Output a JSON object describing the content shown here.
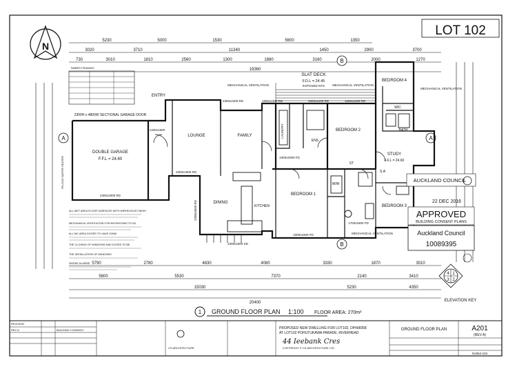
{
  "lot": "LOT 102",
  "north": "N",
  "dims_top": {
    "row1": [
      "5230",
      "5000",
      "1530",
      "5600",
      "1350"
    ],
    "row2": [
      "3020",
      "3710",
      "11340",
      "1450",
      "2900",
      "3700"
    ],
    "row3": [
      "730",
      "3010",
      "1810",
      "2560",
      "1300",
      "1880",
      "3160",
      "2000",
      "1270"
    ],
    "total": "19360"
  },
  "dims_bottom": {
    "row1": [
      "5790",
      "2780",
      "4830",
      "4080",
      "3330",
      "1870",
      "3010"
    ],
    "row2": [
      "5800",
      "5530",
      "7370",
      "2140",
      "3410"
    ],
    "row3": [
      "15030",
      "5230",
      "4350"
    ],
    "total": "20400"
  },
  "rooms": {
    "double_garage": "DOUBLE GARAGE",
    "garage_ffl": "F.F.L = 24.60",
    "garage_door": "2300H x 4800W SECTIONAL GARAGE DOOR",
    "entry": "ENTRY",
    "lounge": "LOUNGE",
    "family": "FAMILY",
    "dining": "DINING",
    "kitchen": "KITCHEN",
    "bedroom1": "BEDROOM 1",
    "bedroom2": "BEDROOM 2",
    "bedroom3": "BEDROOM 3",
    "bedroom4": "BEDROOM 4",
    "study": "STUDY",
    "study_ffl": "F.F.L = 24.60",
    "wic": "WIC",
    "bath": "BATH",
    "ens": "ENS",
    "wiw": "W/W",
    "laundry": "LAUNDRY",
    "slat_deck": "SLAT DECK",
    "deck_ffl": "F.D.L = 24.45",
    "deck_note": "EXPOSED NTS",
    "mech_vent1": "MECHANICAL VENTILATION",
    "mech_vent2": "MECHANICAL VENTILATION",
    "mech_vent3": "MECHANICAL VENTILATION",
    "mech_vent4": "MECHANICAL VENTILATION",
    "st": "ST",
    "sa": "S.A",
    "water_heater": "RN-GAS WATER HEATER"
  },
  "window_labels": [
    "2300x2400 RD",
    "1800x2400 RD",
    "2300x2100 RD",
    "1200x2400 RD",
    "2300x1800 RD",
    "2300x2000 RD",
    "2300x1800 SD",
    "2300x1800 FD",
    "2300x2000 FD",
    "1700x1800 FD",
    "2300x3040 RD",
    "1400x1600"
  ],
  "notes": {
    "table_title": "TIMBER FRAMING",
    "n1": "ALL WET AREA FLOOR SURFACES WITH IMPERVIOUS FINISH",
    "n2": "MECHANICAL VENTILATION FOR BATHROOMS TO NZ",
    "n3": "ALL WC AREA DOORS TO HAVE 10MM",
    "n4": "THE CLOSING OF WINDOWS AND DOORS TO BE",
    "n5": "THE INSTALLATION OF WINDOWS",
    "n6": "SMOKE ALARMS"
  },
  "stamp": {
    "council_top": "AUCKLAND COUNCIL",
    "date": "22 DEC 2016",
    "approved": "APPROVED",
    "consent": "BUILDING CONSENT PLANS",
    "council": "Auckland Council",
    "number": "10089395"
  },
  "plan_title": "GROUND FLOOR PLAN",
  "scale": "1:100",
  "floor_area": "FLOOR AREA: 270m²",
  "title_number": "1",
  "elevation_key": "ELEVATION KEY",
  "ekey": [
    "1",
    "2",
    "3",
    "4"
  ],
  "grid": [
    "A",
    "B",
    "A",
    "B"
  ],
  "titleblock": {
    "proj1": "PROPOSED NEW DWELLING FOR LOT102, DP498358",
    "proj2": "AT LOT102 POHUTUKAWA PARADE, RIVERHEAD",
    "proj3": "COPYRIGHT © CS ARCHITECTURE LTD",
    "handwritten": "44 Ieebank Cres",
    "sheet_title": "GROUND FLOOR PLAN",
    "sheet_no": "A201",
    "rev": "(REV A)",
    "job": "N1854-102",
    "architect": "CS ARCHITECTURE",
    "rev_table": "REVISION",
    "rev_a": "REV A",
    "building_consent": "BUILDING CONSENT"
  },
  "colors": {
    "ink": "#111111",
    "bg": "#ffffff"
  }
}
